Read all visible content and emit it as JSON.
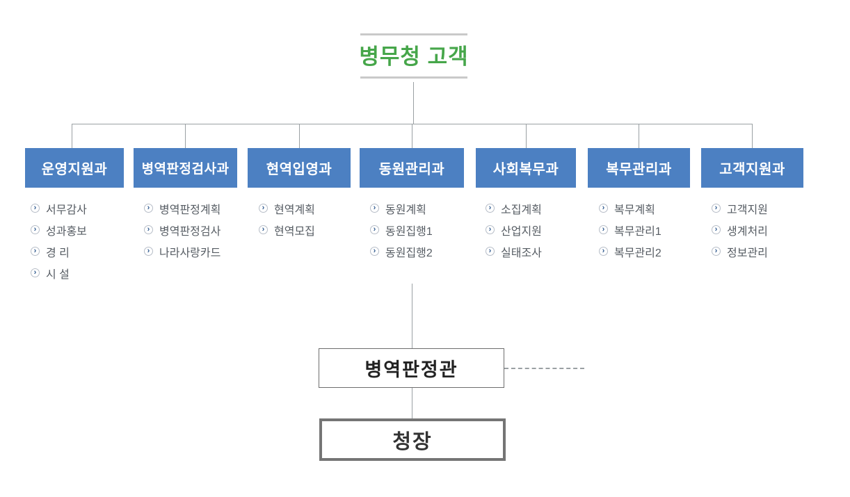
{
  "title": {
    "text": "병무청 고객"
  },
  "departments": [
    {
      "label": "운영지원과",
      "items": [
        "서무감사",
        "성과홍보",
        "경 리",
        "시 설"
      ]
    },
    {
      "label": "병역판정검사과",
      "items": [
        "병역판정계획",
        "병역판정검사",
        "나라사랑카드"
      ]
    },
    {
      "label": "현역입영과",
      "items": [
        "현역계획",
        "현역모집"
      ]
    },
    {
      "label": "동원관리과",
      "items": [
        "동원계획",
        "동원집행1",
        "동원집행2"
      ]
    },
    {
      "label": "사회복무과",
      "items": [
        "소집계획",
        "산업지원",
        "실태조사"
      ]
    },
    {
      "label": "복무관리과",
      "items": [
        "복무계획",
        "복무관리1",
        "복무관리2"
      ]
    },
    {
      "label": "고객지원과",
      "items": [
        "고객지원",
        "생계처리",
        "정보관리"
      ]
    }
  ],
  "lower": {
    "judge_office": "병역판정관",
    "commissioner": "청장"
  },
  "icons": {
    "list_bullet_glyph": "›",
    "list_bullet_name": "circled-right-arrow-icon"
  },
  "colors": {
    "department_box": "#4c80c2",
    "title_green": "#46a64a",
    "connector_gray": "#9aa0a3",
    "title_rule_gray": "#c9c9c9",
    "list_text": "#565c63",
    "judge_border": "#6d6d6d",
    "chief_border": "#757575"
  }
}
